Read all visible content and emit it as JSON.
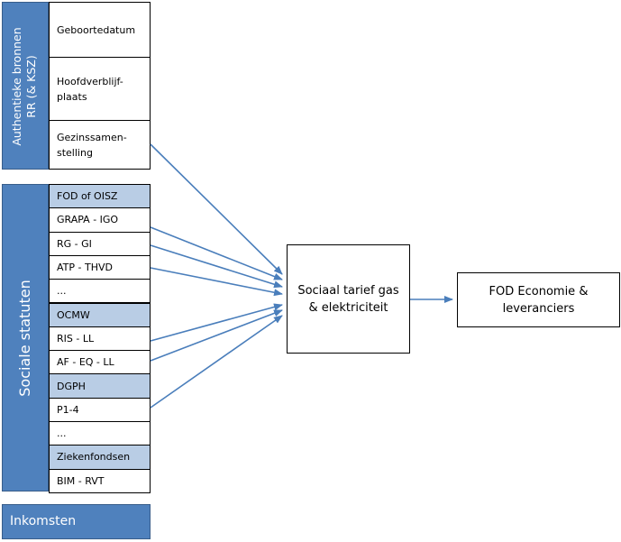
{
  "authentieke": {
    "label_line1": "Authentieke bronnen",
    "label_line2": "RR (& KSZ)",
    "cells": [
      "Geboortedatum",
      "Hoofdverblijf-\nplaats",
      "Gezinssamen-\nstelling"
    ]
  },
  "sociale": {
    "label": "Sociale statuten",
    "cells": [
      {
        "text": "FOD of OISZ",
        "highlight": true
      },
      {
        "text": "GRAPA   - IGO",
        "highlight": false
      },
      {
        "text": "RG - GI",
        "highlight": false
      },
      {
        "text": "ATP  - THVD",
        "highlight": false
      },
      {
        "text": "...",
        "highlight": false
      },
      {
        "text": "OCMW",
        "highlight": true
      },
      {
        "text": "RIS - LL",
        "highlight": false
      },
      {
        "text": "AF - EQ - LL",
        "highlight": false
      },
      {
        "text": "DGPH",
        "highlight": true
      },
      {
        "text": "P1-4",
        "highlight": false
      },
      {
        "text": "...",
        "highlight": false
      },
      {
        "text": "Ziekenfondsen",
        "highlight": true
      },
      {
        "text": "BIM - RVT",
        "highlight": false
      }
    ]
  },
  "inkomsten": {
    "label": "Inkomsten"
  },
  "center_box": {
    "line1": "Sociaal tarief gas",
    "line2": "& elektriciteit"
  },
  "target_box": {
    "line1": "FOD Economie &",
    "line2": "leveranciers"
  },
  "colors": {
    "dark_blue": "#4f81bd",
    "light_blue": "#b9cde5",
    "arrow": "#4a7ebb"
  }
}
